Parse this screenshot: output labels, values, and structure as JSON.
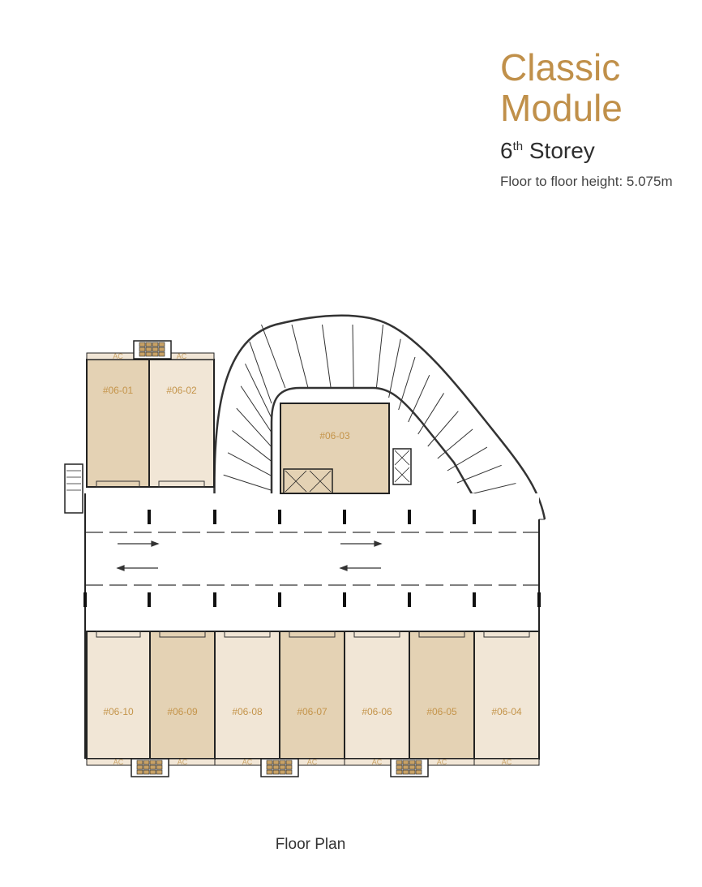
{
  "header": {
    "title_line1": "Classic",
    "title_line2": "Module",
    "storey_number": "6",
    "storey_suffix": "th",
    "storey_word": "Storey",
    "floor_height": "Floor to floor height: 5.075m"
  },
  "colors": {
    "title": "#c0904a",
    "unit_dark": "#e4d2b4",
    "unit_light": "#f1e6d6",
    "label": "#c4944a"
  },
  "units": [
    {
      "id": "#06-01",
      "tone": "dark"
    },
    {
      "id": "#06-02",
      "tone": "light"
    },
    {
      "id": "#06-03",
      "tone": "dark"
    },
    {
      "id": "#06-04",
      "tone": "light"
    },
    {
      "id": "#06-05",
      "tone": "dark"
    },
    {
      "id": "#06-06",
      "tone": "light"
    },
    {
      "id": "#06-07",
      "tone": "dark"
    },
    {
      "id": "#06-08",
      "tone": "light"
    },
    {
      "id": "#06-09",
      "tone": "dark"
    },
    {
      "id": "#06-10",
      "tone": "light"
    }
  ],
  "ac_label": "AC",
  "caption": "Floor Plan"
}
